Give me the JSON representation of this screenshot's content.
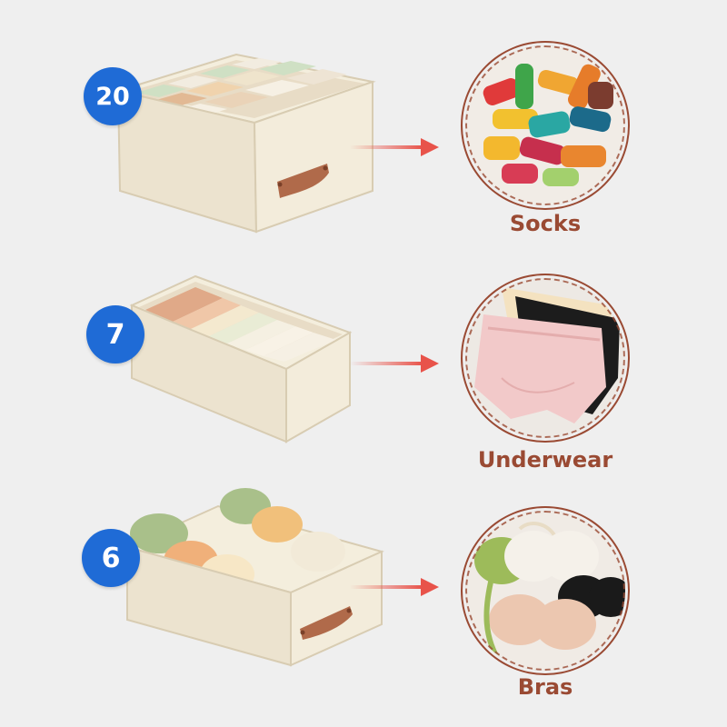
{
  "items": [
    {
      "count": "20",
      "caption": "Socks",
      "photo_subject": "colorful-socks"
    },
    {
      "count": "7",
      "caption": "Underwear",
      "photo_subject": "underwear"
    },
    {
      "count": "6",
      "caption": "Bras",
      "photo_subject": "bras"
    }
  ],
  "colors": {
    "badge": "#1f6bd6",
    "caption": "#9a4a33",
    "arrow": "#e8534a",
    "box": "#ece3cf",
    "handle": "#b06a4a",
    "background": "#efefef"
  }
}
